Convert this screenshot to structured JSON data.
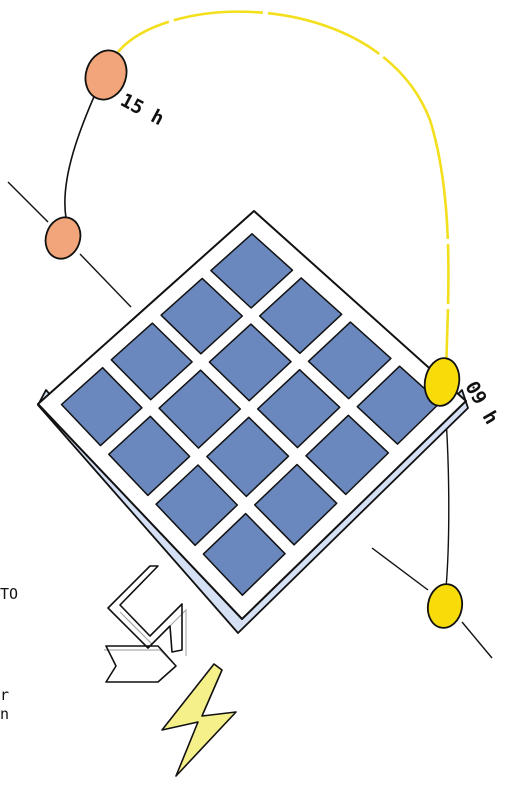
{
  "labels": {
    "sun_15h": "15 h",
    "sun_09h": "09 h"
  },
  "edge_fragments": [
    "TO",
    "r",
    "n"
  ],
  "colors": {
    "panel_cell": "#6a88bd",
    "panel_frame": "#ffffff",
    "panel_edge": "#d6e0f4",
    "afternoon_sun": "#f2a57a",
    "morning_sun": "#f8dc0a",
    "morning_path": "#f3df1c",
    "lightning": "#f6f08a",
    "stroke": "#111111"
  },
  "icons": [
    "solar-panel-icon",
    "sun-icon",
    "lightning-bolt-icon",
    "output-arrow-icon"
  ]
}
